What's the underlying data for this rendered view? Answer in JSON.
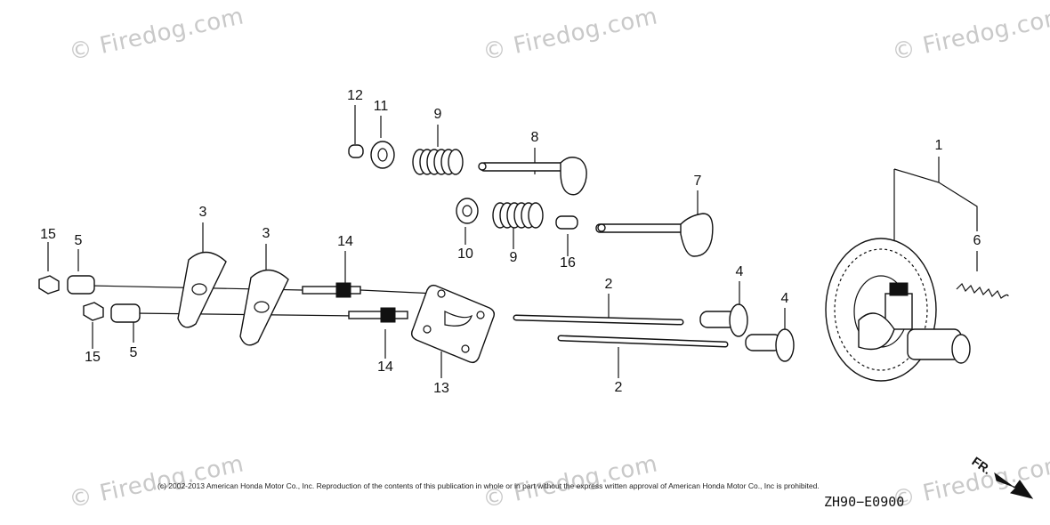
{
  "watermarks": [
    "© Firedog.com",
    "© Firedog.com",
    "© Firedog.com",
    "© Firedog.com",
    "© Firedog.com",
    "© Firedog.com"
  ],
  "callouts": {
    "c1": "1",
    "c2a": "2",
    "c2b": "2",
    "c3a": "3",
    "c3b": "3",
    "c4a": "4",
    "c4b": "4",
    "c5a": "5",
    "c5b": "5",
    "c6": "6",
    "c7": "7",
    "c8": "8",
    "c9a": "9",
    "c9b": "9",
    "c10": "10",
    "c11": "11",
    "c12": "12",
    "c13": "13",
    "c14a": "14",
    "c14b": "14",
    "c15a": "15",
    "c15b": "15",
    "c16": "16"
  },
  "footer": {
    "copyright": "(c) 2002-2013 American Honda Motor Co., Inc. Reproduction of the contents of this publication in whole or in part without the express written approval of American Honda Motor Co., Inc is prohibited.",
    "diagram_code": "ZH90−E0900",
    "direction_label": "FR."
  }
}
